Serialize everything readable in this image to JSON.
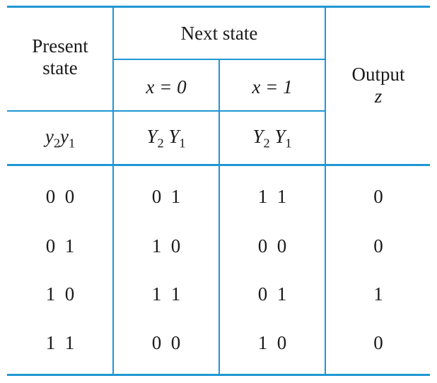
{
  "header": {
    "present_state_line1": "Present",
    "present_state_line2": "state",
    "next_state": "Next state",
    "x0": "x = 0",
    "x1": "x = 1",
    "output_line1": "Output",
    "output_var": "z",
    "present_vars": {
      "a": "y",
      "a_sub": "2",
      "b": "y",
      "b_sub": "1"
    },
    "next_vars_x0": {
      "a": "Y",
      "a_sub": "2",
      "b": "Y",
      "b_sub": "1"
    },
    "next_vars_x1": {
      "a": "Y",
      "a_sub": "2",
      "b": "Y",
      "b_sub": "1"
    }
  },
  "rows": [
    {
      "present": [
        "0",
        "0"
      ],
      "next_x0": [
        "0",
        "1"
      ],
      "next_x1": [
        "1",
        "1"
      ],
      "output": "0"
    },
    {
      "present": [
        "0",
        "1"
      ],
      "next_x0": [
        "1",
        "0"
      ],
      "next_x1": [
        "0",
        "0"
      ],
      "output": "0"
    },
    {
      "present": [
        "1",
        "0"
      ],
      "next_x0": [
        "1",
        "1"
      ],
      "next_x1": [
        "0",
        "1"
      ],
      "output": "1"
    },
    {
      "present": [
        "1",
        "1"
      ],
      "next_x0": [
        "0",
        "0"
      ],
      "next_x1": [
        "1",
        "0"
      ],
      "output": "0"
    }
  ],
  "colors": {
    "rule": "#1f97d3",
    "text": "#1a1a1a",
    "background": "#ffffff"
  }
}
